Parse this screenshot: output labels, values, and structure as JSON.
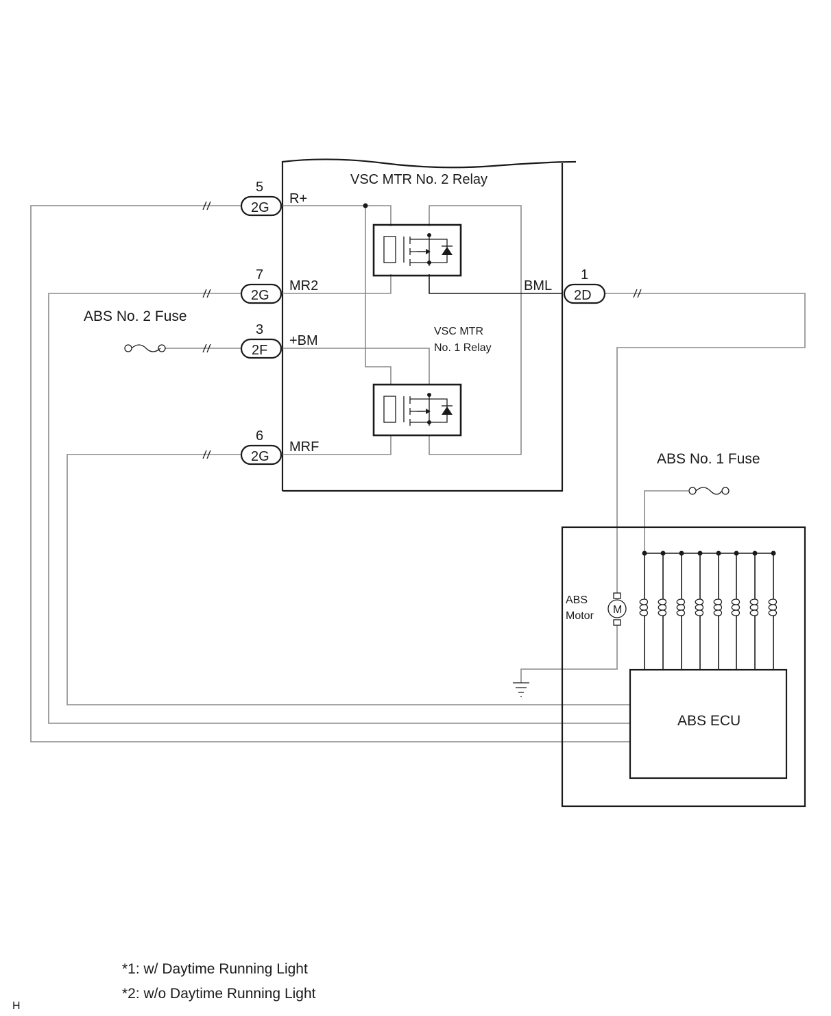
{
  "relay_box": {
    "no2_relay_label": "VSC MTR No. 2 Relay",
    "no1_relay_line1": "VSC MTR",
    "no1_relay_line2": "No. 1 Relay"
  },
  "connectors": [
    {
      "pin": "5",
      "code": "2G",
      "signal": "R+"
    },
    {
      "pin": "7",
      "code": "2G",
      "signal": "MR2"
    },
    {
      "pin": "3",
      "code": "2F",
      "signal": "+BM"
    },
    {
      "pin": "6",
      "code": "2G",
      "signal": "MRF"
    },
    {
      "pin": "1",
      "code": "2D",
      "signal": "BML"
    }
  ],
  "fuses": {
    "abs_no2": "ABS No. 2 Fuse",
    "abs_no1": "ABS No. 1 Fuse"
  },
  "motor": {
    "label_line1": "ABS",
    "label_line2": "Motor",
    "symbol": "M"
  },
  "ecu": {
    "label": "ABS ECU"
  },
  "footnotes": [
    "*1: w/ Daytime Running Light",
    "*2: w/o Daytime Running Light"
  ],
  "corner_mark": "H"
}
